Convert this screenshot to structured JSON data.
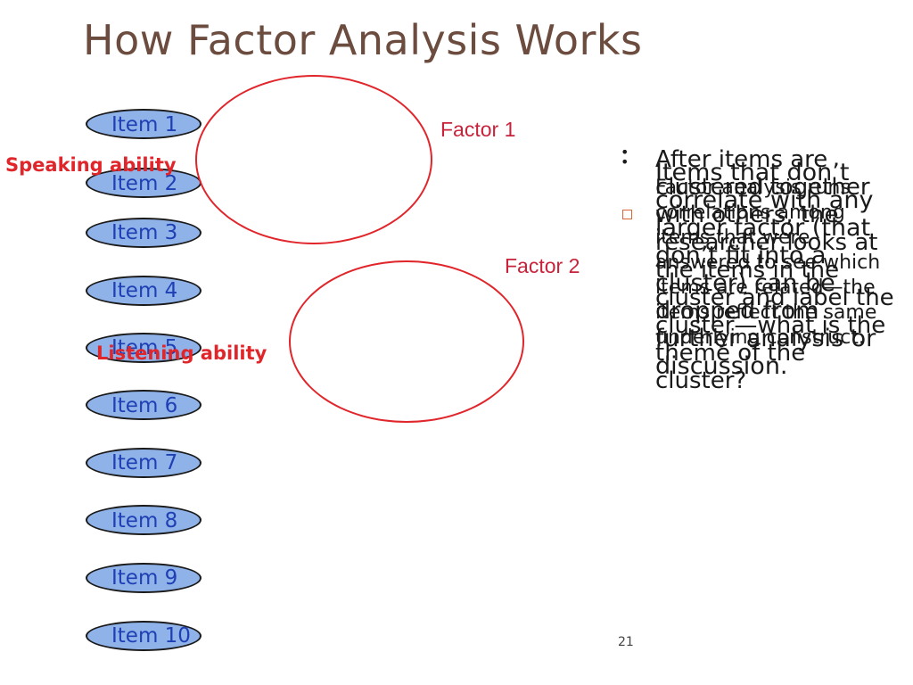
{
  "slide": {
    "title": "How Factor Analysis Works",
    "page_number": "21"
  },
  "items": [
    "Item 1",
    "Item 2",
    "Item 3",
    "Item 4",
    "Item 5",
    "Item 6",
    "Item 7",
    "Item 8",
    "Item 9",
    "Item 10"
  ],
  "factors": {
    "factor1": "Factor 1",
    "factor2": "Factor 2"
  },
  "abilities": {
    "speaking": "Speaking ability",
    "listening": "Listening ability"
  },
  "bullets": {
    "b1": "After items are clustered together with others, the researcher looks at the items in the cluster and label the cluster—what is the theme of the cluster?",
    "b2": "Items that don’t correlate with any larger factor (that don’t fit into a cluster) can be dropped from further analysis or discussion.",
    "b3": "Factor analysis runs correlations among items that were answered to see which items are related—the items reflect the same underlying construct."
  },
  "colors": {
    "title": "#6b4c3f",
    "item_fill": "#8fb2e8",
    "item_text": "#1f3fb5",
    "factor_ring": "#e0262b",
    "ability_text": "#e0262b"
  }
}
